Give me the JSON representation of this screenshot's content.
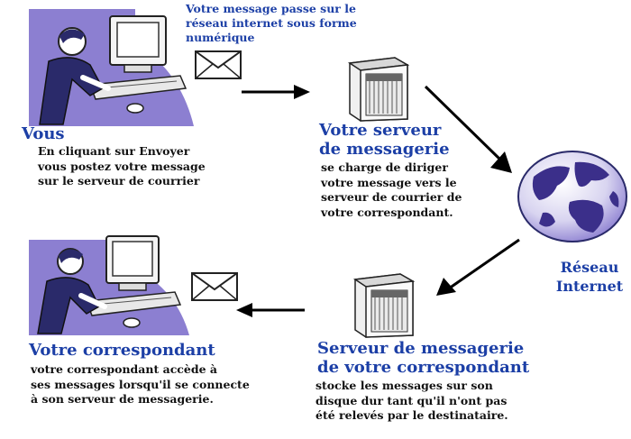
{
  "top_caption": [
    "Votre message passe sur le",
    "réseau internet sous forme",
    "numérique"
  ],
  "you": {
    "title": "Vous",
    "text": [
      "En cliquant sur Envoyer",
      "vous postez votre message",
      "sur le serveur de courrier"
    ]
  },
  "your_server": {
    "title": [
      "Votre serveur",
      "de messagerie"
    ],
    "text": [
      "se charge de diriger",
      "votre message vers le",
      "serveur de courrier de",
      "votre correspondant."
    ]
  },
  "internet": {
    "label": [
      "Réseau",
      "Internet"
    ]
  },
  "recipient_server": {
    "title": [
      "Serveur de messagerie",
      "de votre correspondant"
    ],
    "text": [
      "stocke les messages sur son",
      "disque dur tant qu'il n'ont pas",
      "été relevés par le destinataire."
    ]
  },
  "recipient": {
    "title": "Votre correspondant",
    "text": [
      "votre correspondant accède à",
      "ses messages lorsqu'il se connecte",
      "à son serveur de messagerie."
    ]
  },
  "icons": [
    "person-at-computer-icon",
    "envelope-icon",
    "server-icon",
    "globe-icon",
    "arrow-icon"
  ],
  "colors": {
    "accent": "#1c3fa6",
    "illustration_fill": "#8c7fd1",
    "text": "#111111"
  }
}
